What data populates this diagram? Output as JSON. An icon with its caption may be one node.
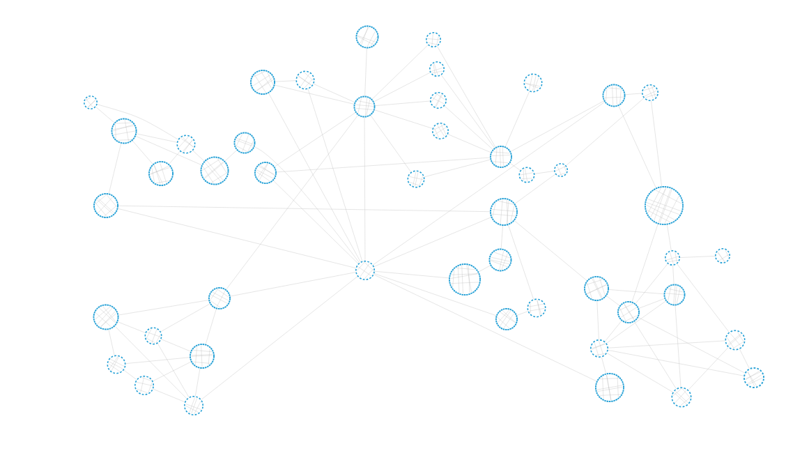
{
  "diagram": {
    "nodes": [
      {
        "text": [],
        "shape": "circle"
      },
      {
        "text": [],
        "shape": "circle"
      },
      {
        "text": [],
        "shape": "circle"
      },
      {
        "text": [],
        "shape": "circle"
      },
      {
        "text": [],
        "shape": "circle"
      },
      {
        "text": [],
        "shape": "circle"
      },
      {
        "text": [],
        "shape": "circle"
      },
      {
        "text": [],
        "shape": "circle"
      },
      {
        "text": [],
        "shape": "circle"
      },
      {
        "text": [],
        "shape": "circle"
      },
      {
        "text": [],
        "shape": "circle"
      },
      {
        "text": [],
        "shape": "circle"
      },
      {
        "text": [],
        "shape": "circle"
      },
      {
        "text": [],
        "shape": "circle"
      },
      {
        "text": [],
        "shape": "circle"
      },
      {
        "text": [],
        "shape": "circle"
      },
      {
        "text": [],
        "shape": "circle"
      },
      {
        "text": [],
        "shape": "circle"
      },
      {
        "text": [],
        "shape": "circle"
      },
      {
        "text": [],
        "shape": "circle"
      },
      {
        "text": [],
        "shape": "circle"
      },
      {
        "text": [],
        "shape": "circle"
      },
      {
        "text": [],
        "shape": "circle"
      },
      {
        "text": [],
        "shape": "circle"
      },
      {
        "text": [],
        "shape": "circle"
      },
      {
        "text": [],
        "shape": "circle"
      },
      {
        "text": [],
        "shape": "circle"
      },
      {
        "text": [],
        "shape": "circle"
      },
      {
        "text": [],
        "shape": "circle"
      },
      {
        "text": [],
        "shape": "circle"
      },
      {
        "text": [],
        "shape": "circle"
      },
      {
        "text": [],
        "shape": "circle"
      },
      {
        "text": [],
        "shape": "circle"
      },
      {
        "text": [],
        "shape": "circle"
      },
      {
        "text": [],
        "shape": "circle"
      },
      {
        "text": [],
        "shape": "circle"
      },
      {
        "text": [],
        "shape": "circle"
      },
      {
        "text": [],
        "shape": "circle"
      },
      {
        "text": [],
        "shape": "circle"
      },
      {
        "text": [],
        "shape": "circle"
      },
      {
        "text": [],
        "shape": "circle"
      },
      {
        "text": [],
        "shape": "circle"
      },
      {
        "text": [],
        "shape": "circle"
      },
      {
        "text": [],
        "shape": "circle"
      },
      {
        "text": [],
        "shape": "circle"
      },
      {
        "text": [],
        "shape": "circle"
      },
      {
        "text": [],
        "shape": "circle"
      }
    ],
    "edges": [
      {
        "from": 8,
        "to": 11,
        "arrow": "none"
      },
      {
        "from": 8,
        "to": 13,
        "arrow": "none"
      },
      {
        "from": 11,
        "to": 13,
        "arrow": "none"
      },
      {
        "from": 11,
        "to": 16,
        "arrow": "none"
      },
      {
        "from": 11,
        "to": 17,
        "arrow": "none"
      },
      {
        "from": 11,
        "to": 22,
        "arrow": "none"
      },
      {
        "from": 13,
        "to": 16,
        "arrow": "none"
      },
      {
        "from": 13,
        "to": 17,
        "arrow": "none"
      },
      {
        "from": 17,
        "to": 14,
        "arrow": "none"
      },
      {
        "from": 14,
        "to": 27,
        "arrow": "none"
      },
      {
        "from": 3,
        "to": 4,
        "arrow": "none"
      },
      {
        "from": 3,
        "to": 10,
        "arrow": "none"
      },
      {
        "from": 3,
        "to": 27,
        "arrow": "none"
      },
      {
        "from": 4,
        "to": 10,
        "arrow": "none"
      },
      {
        "from": 4,
        "to": 27,
        "arrow": "none"
      },
      {
        "from": 0,
        "to": 10,
        "arrow": "none"
      },
      {
        "from": 1,
        "to": 10,
        "arrow": "none"
      },
      {
        "from": 2,
        "to": 10,
        "arrow": "none"
      },
      {
        "from": 9,
        "to": 10,
        "arrow": "none"
      },
      {
        "from": 10,
        "to": 12,
        "arrow": "none"
      },
      {
        "from": 10,
        "to": 19,
        "arrow": "none"
      },
      {
        "from": 10,
        "to": 27,
        "arrow": "none"
      },
      {
        "from": 10,
        "to": 32,
        "arrow": "none"
      },
      {
        "from": 18,
        "to": 10,
        "arrow": "none"
      },
      {
        "from": 18,
        "to": 15,
        "arrow": "none"
      },
      {
        "from": 18,
        "to": 27,
        "arrow": "none"
      },
      {
        "from": 1,
        "to": 15,
        "arrow": "none"
      },
      {
        "from": 2,
        "to": 15,
        "arrow": "none"
      },
      {
        "from": 9,
        "to": 15,
        "arrow": "none"
      },
      {
        "from": 12,
        "to": 15,
        "arrow": "none"
      },
      {
        "from": 5,
        "to": 15,
        "arrow": "none"
      },
      {
        "from": 6,
        "to": 15,
        "arrow": "none"
      },
      {
        "from": 19,
        "to": 15,
        "arrow": "none"
      },
      {
        "from": 15,
        "to": 20,
        "arrow": "none"
      },
      {
        "from": 20,
        "to": 21,
        "arrow": "none"
      },
      {
        "from": 6,
        "to": 7,
        "arrow": "none"
      },
      {
        "from": 6,
        "to": 23,
        "arrow": "none"
      },
      {
        "from": 7,
        "to": 23,
        "arrow": "none"
      },
      {
        "from": 7,
        "to": 21,
        "arrow": "none"
      },
      {
        "from": 21,
        "to": 24,
        "arrow": "none"
      },
      {
        "from": 6,
        "to": 27,
        "arrow": "none"
      },
      {
        "from": 22,
        "to": 24,
        "arrow": "none"
      },
      {
        "from": 22,
        "to": 27,
        "arrow": "none"
      },
      {
        "from": 27,
        "to": 24,
        "arrow": "none"
      },
      {
        "from": 27,
        "to": 29,
        "arrow": "none"
      },
      {
        "from": 27,
        "to": 36,
        "arrow": "none"
      },
      {
        "from": 27,
        "to": 43,
        "arrow": "none"
      },
      {
        "from": 27,
        "to": 32,
        "arrow": "none"
      },
      {
        "from": 27,
        "to": 46,
        "arrow": "none"
      },
      {
        "from": 24,
        "to": 28,
        "arrow": "none"
      },
      {
        "from": 24,
        "to": 34,
        "arrow": "none"
      },
      {
        "from": 24,
        "to": 30,
        "arrow": "none"
      },
      {
        "from": 28,
        "to": 29,
        "arrow": "none"
      },
      {
        "from": 34,
        "to": 36,
        "arrow": "none"
      },
      {
        "from": 23,
        "to": 25,
        "arrow": "none"
      },
      {
        "from": 25,
        "to": 26,
        "arrow": "none"
      },
      {
        "from": 25,
        "to": 33,
        "arrow": "none"
      },
      {
        "from": 23,
        "to": 35,
        "arrow": "none"
      },
      {
        "from": 25,
        "to": 35,
        "arrow": "none"
      },
      {
        "from": 25,
        "to": 40,
        "arrow": "none"
      },
      {
        "from": 33,
        "to": 45,
        "arrow": "none"
      },
      {
        "from": 30,
        "to": 33,
        "arrow": "none"
      },
      {
        "from": 30,
        "to": 35,
        "arrow": "none"
      },
      {
        "from": 30,
        "to": 39,
        "arrow": "none"
      },
      {
        "from": 35,
        "to": 33,
        "arrow": "none"
      },
      {
        "from": 35,
        "to": 39,
        "arrow": "none"
      },
      {
        "from": 35,
        "to": 44,
        "arrow": "none"
      },
      {
        "from": 35,
        "to": 45,
        "arrow": "none"
      },
      {
        "from": 39,
        "to": 40,
        "arrow": "none"
      },
      {
        "from": 39,
        "to": 43,
        "arrow": "none"
      },
      {
        "from": 39,
        "to": 44,
        "arrow": "none"
      },
      {
        "from": 39,
        "to": 45,
        "arrow": "none"
      },
      {
        "from": 40,
        "to": 44,
        "arrow": "none"
      },
      {
        "from": 40,
        "to": 45,
        "arrow": "none"
      },
      {
        "from": 33,
        "to": 39,
        "arrow": "none"
      },
      {
        "from": 31,
        "to": 32,
        "arrow": "none"
      },
      {
        "from": 31,
        "to": 37,
        "arrow": "none"
      },
      {
        "from": 31,
        "to": 41,
        "arrow": "none"
      },
      {
        "from": 31,
        "to": 46,
        "arrow": "none"
      },
      {
        "from": 37,
        "to": 38,
        "arrow": "none"
      },
      {
        "from": 37,
        "to": 32,
        "arrow": "none"
      },
      {
        "from": 37,
        "to": 46,
        "arrow": "none"
      },
      {
        "from": 41,
        "to": 42,
        "arrow": "none"
      },
      {
        "from": 41,
        "to": 38,
        "arrow": "none"
      },
      {
        "from": 42,
        "to": 38,
        "arrow": "none"
      },
      {
        "from": 42,
        "to": 46,
        "arrow": "none"
      },
      {
        "from": 32,
        "to": 38,
        "arrow": "none"
      },
      {
        "from": 38,
        "to": 46,
        "arrow": "none"
      }
    ]
  }
}
